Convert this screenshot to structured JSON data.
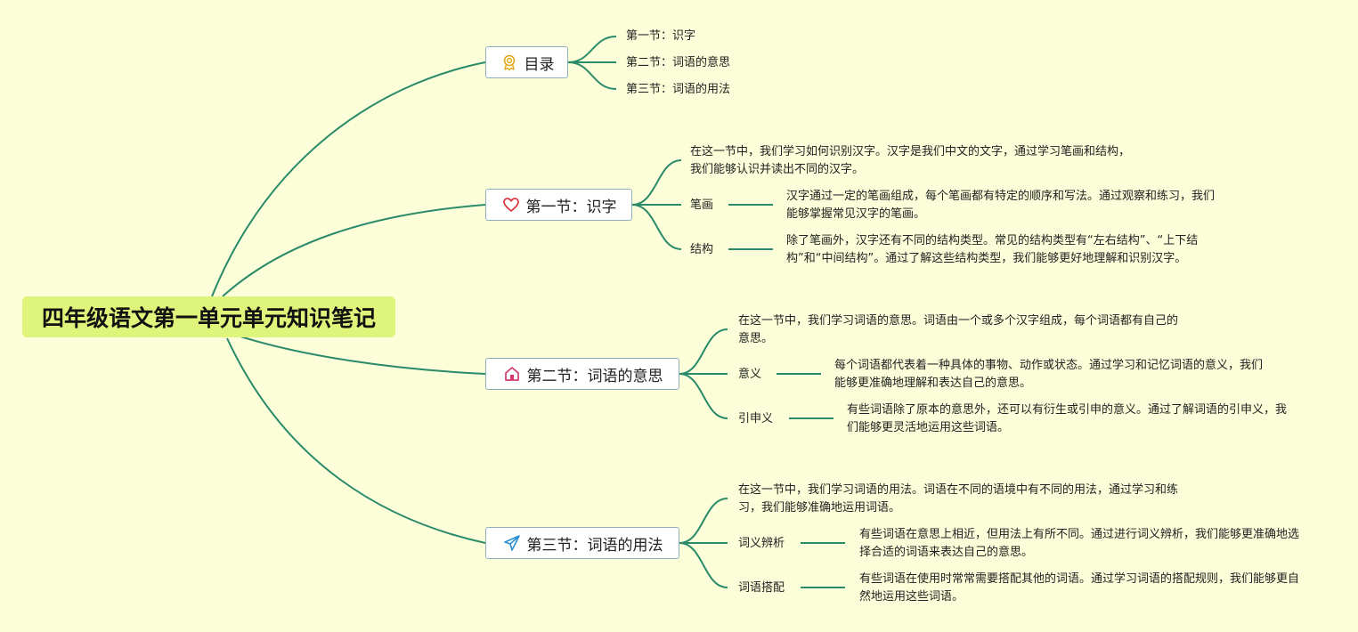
{
  "root": {
    "title": "四年级语文第一单元单元知识笔记"
  },
  "branches": {
    "toc": {
      "title": "目录",
      "icon": "award-ribbon-icon",
      "items": [
        "第一节：识字",
        "第二节：词语的意思",
        "第三节：词语的用法"
      ]
    },
    "s1": {
      "title": "第一节：识字",
      "icon": "heart-icon",
      "intro": "在这一节中，我们学习如何识别汉字。汉字是我们中文的文字，通过学习笔画和结构，我们能够认识并读出不同的汉字。",
      "topics": [
        {
          "label": "笔画",
          "desc": "汉字通过一定的笔画组成，每个笔画都有特定的顺序和写法。通过观察和练习，我们能够掌握常见汉字的笔画。"
        },
        {
          "label": "结构",
          "desc": "除了笔画外，汉字还有不同的结构类型。常见的结构类型有“左右结构”、“上下结构”和“中间结构”。通过了解这些结构类型，我们能够更好地理解和识别汉字。"
        }
      ]
    },
    "s2": {
      "title": "第二节：词语的意思",
      "icon": "house-icon",
      "intro": "在这一节中，我们学习词语的意思。词语由一个或多个汉字组成，每个词语都有自己的意思。",
      "topics": [
        {
          "label": "意义",
          "desc": "每个词语都代表着一种具体的事物、动作或状态。通过学习和记忆词语的意义，我们能够更准确地理解和表达自己的意思。"
        },
        {
          "label": "引申义",
          "desc": "有些词语除了原本的意思外，还可以有衍生或引申的意义。通过了解词语的引申义，我们能够更灵活地运用这些词语。"
        }
      ]
    },
    "s3": {
      "title": "第三节：词语的用法",
      "icon": "paper-plane-icon",
      "intro": "在这一节中，我们学习词语的用法。词语在不同的语境中有不同的用法，通过学习和练习，我们能够准确地运用词语。",
      "topics": [
        {
          "label": "词义辨析",
          "desc": "有些词语在意思上相近，但用法上有所不同。通过进行词义辨析，我们能够更准确地选择合适的词语来表达自己的意思。"
        },
        {
          "label": "词语搭配",
          "desc": "有些词语在使用时常常需要搭配其他的词语。通过学习词语的搭配规则，我们能够更自然地运用这些词语。"
        }
      ]
    }
  },
  "colors": {
    "background": "#fbfed8",
    "root_fill": "#dff47a",
    "connector": "#2a8a6a"
  }
}
